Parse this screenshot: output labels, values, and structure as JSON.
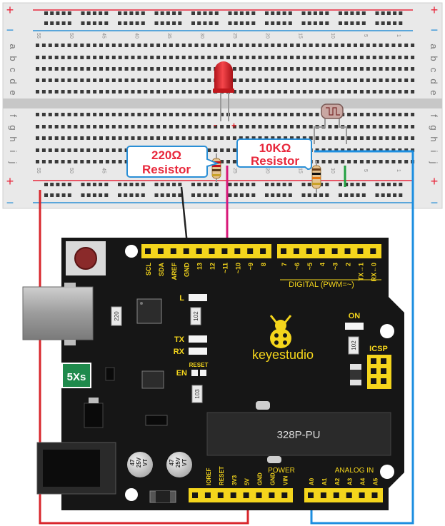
{
  "breadboard": {
    "rail_plus": "+",
    "rail_minus": "−",
    "row_letters_top": [
      "a",
      "b",
      "c",
      "d",
      "e"
    ],
    "row_letters_bottom": [
      "f",
      "g",
      "h",
      "i",
      "j"
    ],
    "column_numbers": [
      "55",
      "50",
      "45",
      "40",
      "35",
      "30",
      "25",
      "20",
      "15",
      "10",
      "5",
      "1"
    ]
  },
  "callouts": {
    "r220_line1": "220Ω",
    "r220_line2": "Resistor",
    "r10k_line1": "10KΩ",
    "r10k_line2": "Resistor"
  },
  "led": {
    "minus": "-",
    "plus": "+"
  },
  "board": {
    "brand": "keyestudio",
    "chip": "328P-PU",
    "fuse": "5Xs",
    "digital_label": "DIGITAL  (PWM=~)",
    "digital_pins": [
      "SCL",
      "SDA",
      "AREF",
      "GND",
      "13",
      "12",
      "~11",
      "~10",
      "~9",
      "8",
      "7",
      "~6",
      "~5",
      "4",
      "~3",
      "2",
      "TX→1",
      "RX←0"
    ],
    "power_label": "POWER",
    "power_pins": [
      "IOREF",
      "RESET",
      "3V3",
      "5V",
      "GND",
      "GND",
      "VIN"
    ],
    "analog_label": "ANALOG IN",
    "analog_pins": [
      "A0",
      "A1",
      "A2",
      "A3",
      "A4",
      "A5"
    ],
    "led_labels": {
      "l": "L",
      "tx": "TX",
      "rx": "RX",
      "on": "ON",
      "en": "EN",
      "reset": "RESET",
      "icsp": "ICSP"
    },
    "smd_codes": [
      "220",
      "102",
      "102",
      "103"
    ],
    "cap_text": [
      "47",
      "25V",
      "VT"
    ]
  },
  "colors": {
    "rail_red": "#e8283c",
    "rail_blue": "#2a8fd6",
    "wire_red": "#d8262c",
    "wire_blue": "#1c8ee0",
    "wire_magenta": "#d8197a",
    "wire_black": "#222222",
    "wire_green": "#20a040",
    "board": "#161616",
    "header": "#f4d51c",
    "led": "#e21e24",
    "callout_text": "#e8283c"
  }
}
